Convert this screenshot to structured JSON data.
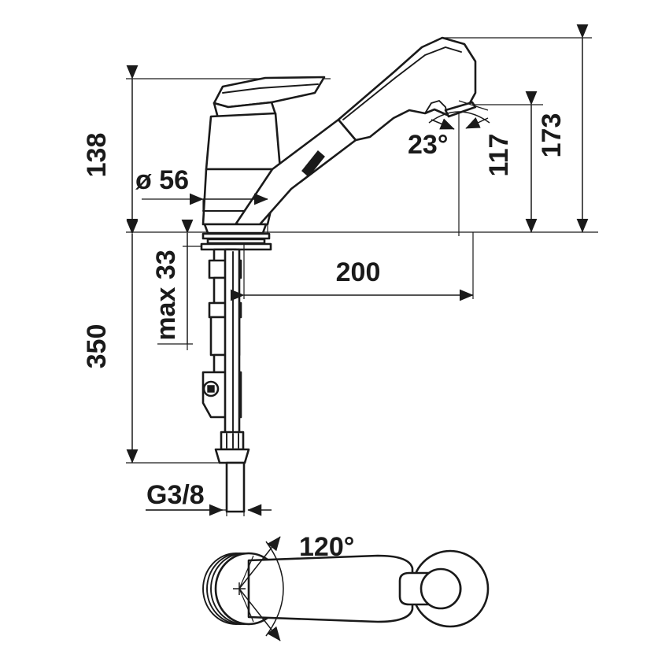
{
  "drawing": {
    "title": "Kitchen mixer tap technical dimension drawing",
    "units": "mm",
    "line_color": "#1a1a1a",
    "background_color": "#ffffff",
    "dimensions": {
      "height_to_spout_top": "138",
      "base_diameter": "ø 56",
      "max_counter_thickness": "max 33",
      "total_height": "350",
      "spout_reach": "200",
      "spray_outlet_height": "117",
      "overall_height": "173",
      "spout_angle": "23°",
      "thread_size": "G3/8",
      "swivel_angle": "120°"
    }
  }
}
